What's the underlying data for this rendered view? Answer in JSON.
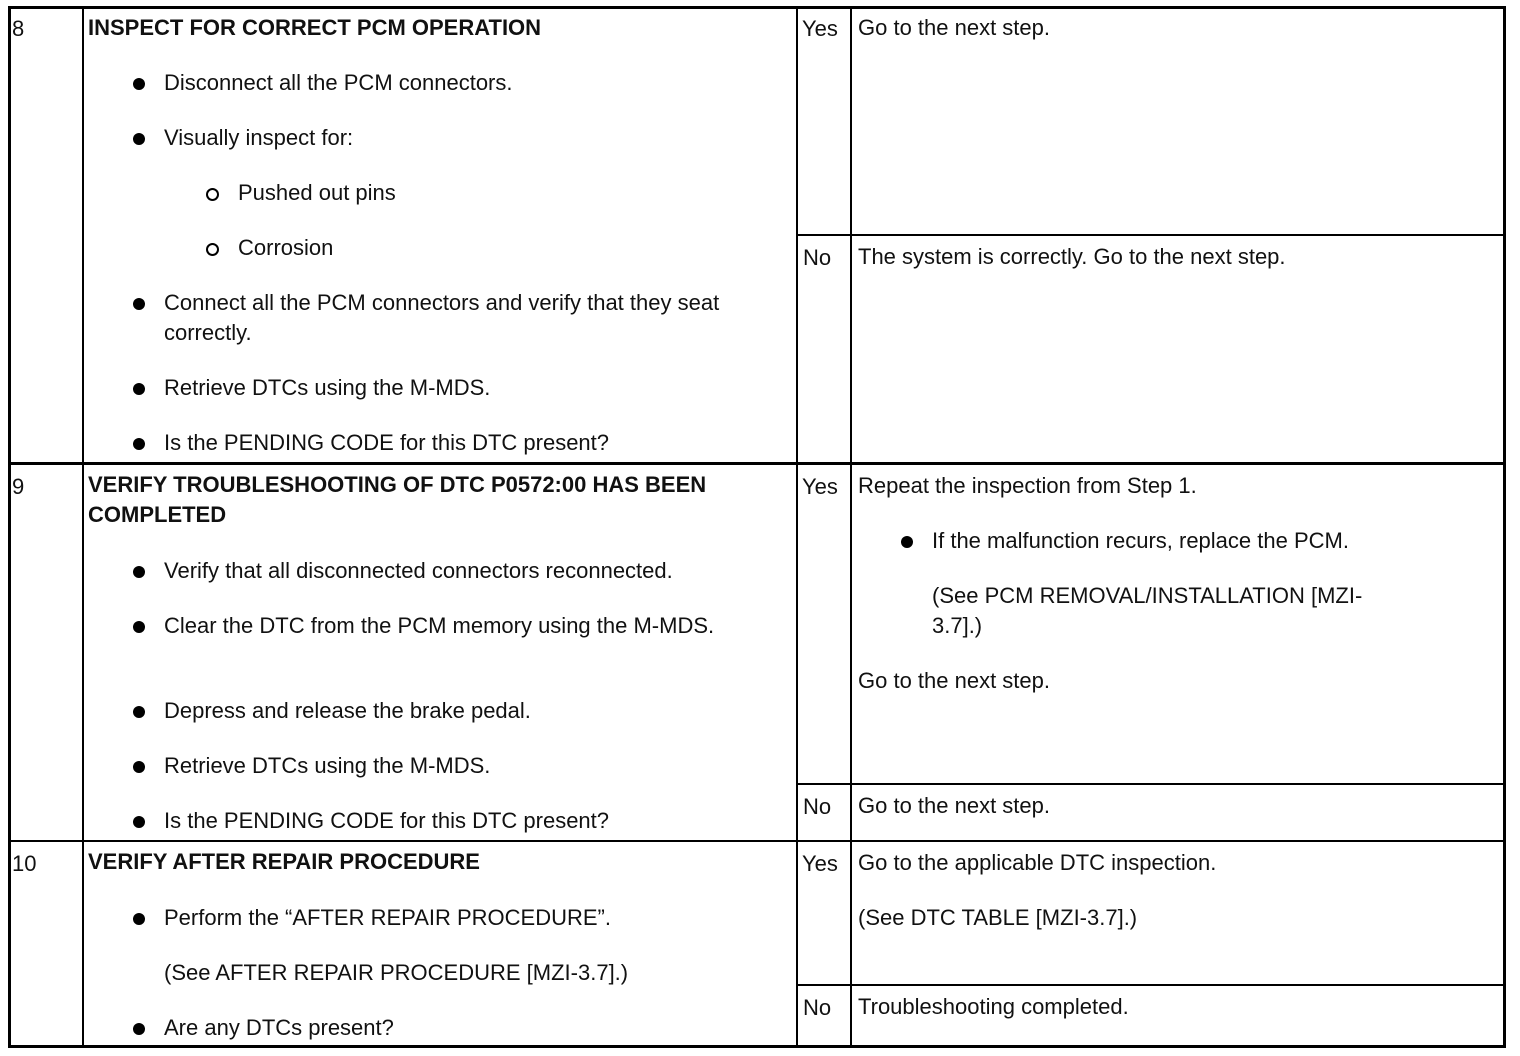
{
  "steps": [
    {
      "number": "8",
      "title": "INSPECT FOR CORRECT PCM OPERATION",
      "actions": [
        "Disconnect all the PCM connectors.",
        "Visually inspect for:",
        "Pushed out pins",
        "Corrosion",
        "Connect all the PCM connectors and verify that they seat correctly.",
        "Retrieve DTCs using the M-MDS.",
        "Is the PENDING CODE for this DTC present?"
      ],
      "yes_label": "Yes",
      "yes_text": "Go to the next step.",
      "no_label": "No",
      "no_text": "The system is correctly. Go to the next step."
    },
    {
      "number": "9",
      "title": "VERIFY TROUBLESHOOTING OF DTC P0572:00 HAS BEEN COMPLETED",
      "actions": [
        "Verify that all disconnected connectors reconnected.",
        "Clear the DTC from the PCM memory using the M-MDS.",
        "Depress and release the brake pedal.",
        "Retrieve DTCs using the M-MDS.",
        "Is the PENDING CODE for this DTC present?"
      ],
      "yes_label": "Yes",
      "yes_text": "Repeat the inspection from Step 1.",
      "yes_bullet": "If the malfunction recurs, replace the PCM.",
      "yes_ref": "(See PCM REMOVAL/INSTALLATION [MZI-3.7].)",
      "yes_after": "Go to the next step.",
      "no_label": "No",
      "no_text": "Go to the next step."
    },
    {
      "number": "10",
      "title": "VERIFY AFTER REPAIR PROCEDURE",
      "actions": [
        "Perform the “AFTER REPAIR PROCEDURE”.",
        "(See AFTER REPAIR PROCEDURE [MZI-3.7].)",
        "Are any DTCs present?"
      ],
      "yes_label": "Yes",
      "yes_text": "Go to the applicable DTC inspection.",
      "yes_ref": "(See DTC TABLE [MZI-3.7].)",
      "no_label": "No",
      "no_text": "Troubleshooting completed."
    }
  ]
}
